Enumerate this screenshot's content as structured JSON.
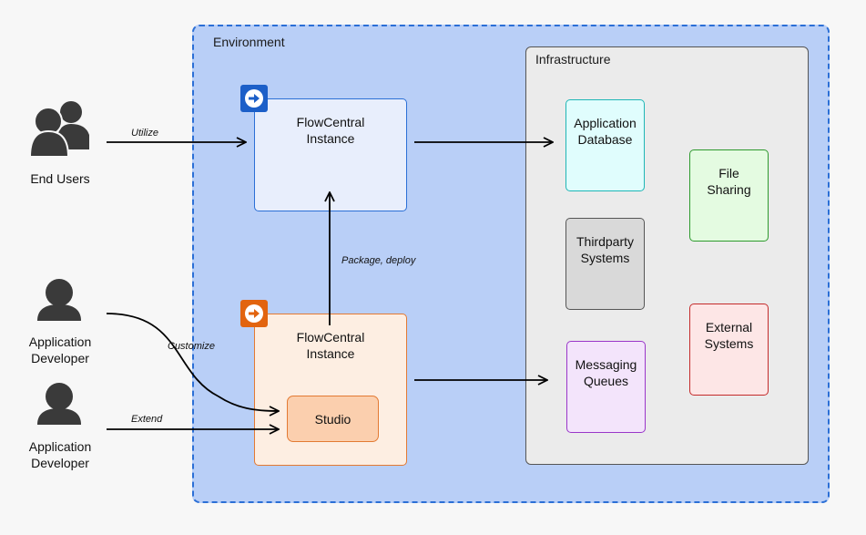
{
  "environment": {
    "label": "Environment"
  },
  "infrastructure": {
    "label": "Infrastructure",
    "items": {
      "database": "Application\nDatabase",
      "thirdparty": "Thirdparty\nSystems",
      "messaging": "Messaging\nQueues",
      "file_sharing": "File\nSharing",
      "external": "External\nSystems"
    }
  },
  "flowcentral_top": {
    "label": "FlowCentral\nInstance"
  },
  "flowcentral_bottom": {
    "label": "FlowCentral\nInstance",
    "studio": "Studio"
  },
  "actors": {
    "end_users": "End Users",
    "app_dev_1": "Application\nDeveloper",
    "app_dev_2": "Application\nDeveloper"
  },
  "edges": {
    "utilize": "Utilize",
    "customize": "Customize",
    "extend": "Extend",
    "package_deploy": "Package, deploy"
  },
  "colors": {
    "environment_fill": "#b9cff7",
    "environment_border": "#2b6fd6",
    "badge_blue": "#1c5fc8",
    "badge_orange": "#e2640f"
  },
  "icons": {
    "badge": "arrow-circle-icon",
    "actor": "person-icon",
    "group": "users-icon"
  }
}
